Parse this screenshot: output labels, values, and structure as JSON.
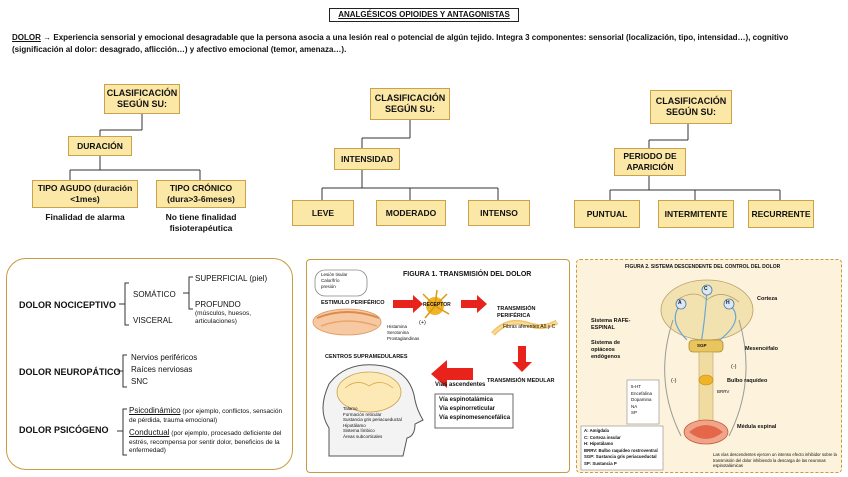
{
  "title": "ANALGÉSICOS OPIOIDES Y ANTAGONISTAS",
  "intro": {
    "keyword": "DOLOR",
    "arrow": "→",
    "text": " Experiencia sensorial y emocional desagradable que la persona asocia a una lesión real o potencial de algún tejido. Integra 3 componentes: sensorial (localización, tipo, intensidad…), cognitivo (significación al dolor: desagrado, aflicción…) y afectivo emocional (temor, amenaza…)."
  },
  "tree_duracion": {
    "root": "CLASIFICACIÓN SEGÚN SU:",
    "mid": "DURACIÓN",
    "left": "TIPO AGUDO (duración <1mes)",
    "left_note": "Finalidad de alarma",
    "right": "TIPO CRÓNICO (dura>3-6meses)",
    "right_note": "No tiene finalidad fisioterapéutica"
  },
  "tree_intensidad": {
    "root": "CLASIFICACIÓN SEGÚN SU:",
    "mid": "INTENSIDAD",
    "leaves": [
      "LEVE",
      "MODERADO",
      "INTENSO"
    ]
  },
  "tree_periodo": {
    "root": "CLASIFICACIÓN SEGÚN SU:",
    "mid": "PERIODO DE APARICIÓN",
    "leaves": [
      "PUNTUAL",
      "INTERMITENTE",
      "RECURRENTE"
    ]
  },
  "types_panel": {
    "nociceptivo": {
      "label": "DOLOR NOCICEPTIVO",
      "somatico": "SOMÁTICO",
      "superficial": "SUPERFICIAL (piel)",
      "profundo": "PROFUNDO",
      "profundo_note": "(músculos, huesos, articulaciones)",
      "visceral": "VISCERAL"
    },
    "neuropatico": {
      "label": "DOLOR NEUROPÁTICO",
      "items": [
        "Nervios periféricos",
        "Raíces nerviosas",
        "SNC"
      ]
    },
    "psicogeno": {
      "label": "DOLOR PSICÓGENO",
      "psicodinamico": "Psicodinámico",
      "psicodinamico_note": " (por ejemplo, conflictos, sensación de pérdida, trauma emocional)",
      "conductual": "Conductual",
      "conductual_note": " (por ejemplo, procesado deficiente del estrés, recompensa por sentir dolor, beneficios de la enfermedad)"
    }
  },
  "figure1": {
    "title": "FIGURA 1. TRANSMISIÓN DEL DOLOR",
    "lesion": [
      "Lesión tisular",
      "Calor/frío",
      "presión"
    ],
    "estimulo": "ESTIMULO PERIFÉRICO",
    "receptor": "RECEPTOR",
    "plus": "(+)",
    "mediators": [
      "Histamina",
      "Serotonina",
      "Prostaglandinas"
    ],
    "transmision_periferica": "TRANSMISIÓN PERIFÉRICA",
    "fibras": "Fibras aferentes Aδ y C",
    "transmision_medular": "TRANSMISIÓN MEDULAR",
    "centros": "CENTROS SUPRAMEDULARES",
    "centros_list": [
      "Talamo",
      "Formación reticular",
      "Sustancia gris periacueductal",
      "Hipotálamo",
      "Sistema límbico",
      "Áreas subcorticales"
    ],
    "vias_title": "Vías ascendentes",
    "vias": [
      "Vía espinotalámica",
      "Vía espinorreticular",
      "Vía  espinomesencefálica"
    ]
  },
  "figure2": {
    "title": "FIGURA 2. SISTEMA DESCENDENTE DEL CONTROL DEL DOLOR",
    "corteza": "Corteza",
    "rafe": "Sistema RAFE-ESPINAL",
    "opioides": "Sistema de opiáceos endógenos",
    "mesencefalo": "Mesencéfalo",
    "bulbo": "Bulbo raquídeo",
    "minus1": "(-)",
    "minus2": "(-)",
    "brrv": "BRRV",
    "neuro": [
      "5-HT",
      "Encefalina",
      "Dopamina",
      "NA",
      "SP"
    ],
    "medula": "Médula espinal",
    "legend": [
      "A: Amígdala",
      "C: Corteza insular",
      "H: Hipotálamo",
      "BRRV: Bulbo raquídeo rostroventral",
      "SGP: Sustancia gris periacueductal",
      "SP: Sustancia P"
    ],
    "footnote": "Las vías  descendentes ejercen un intenso efecto inhibidor sobre la transmisión del dolor  inhibiendo la descarga de las neuronas espinotalámicas",
    "labels": [
      "A",
      "C",
      "H",
      "SGP"
    ]
  },
  "colors": {
    "box_fill": "#fbe7a6",
    "box_border": "#c9a24a",
    "arrow_red": "#e8231c",
    "panel_border": "#c79b3e"
  }
}
